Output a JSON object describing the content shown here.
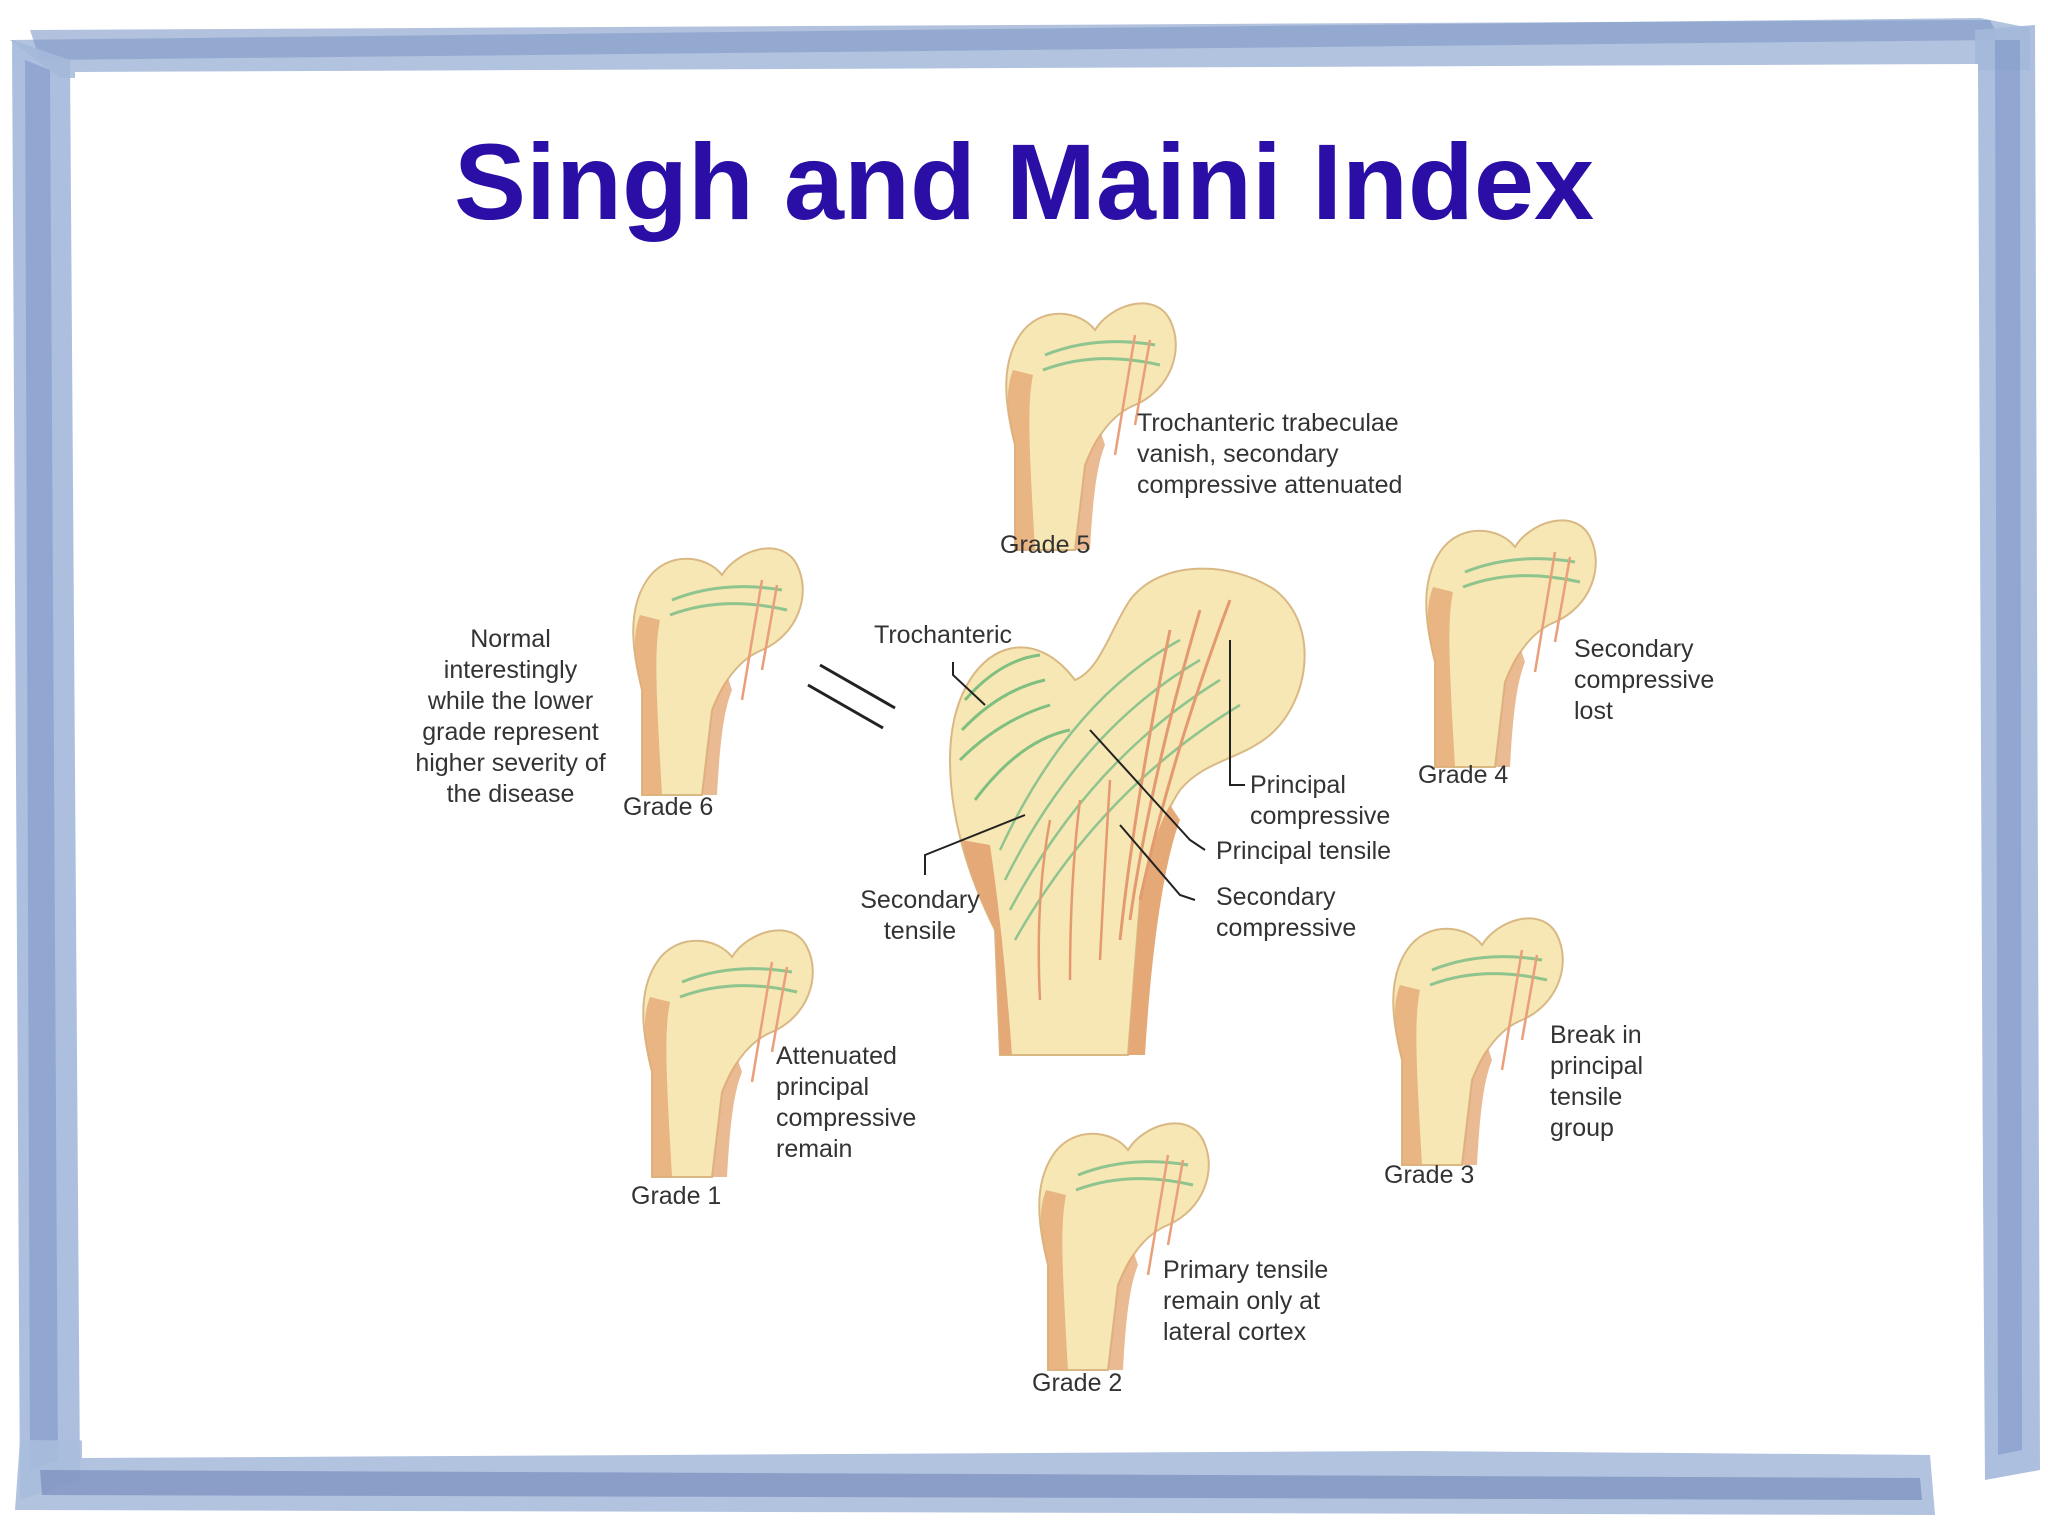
{
  "slide": {
    "title": "Singh and Maini Index",
    "colors": {
      "title": "#2a0ea5",
      "frame": "#9bb0d3",
      "frame_dark": "#6f86b8",
      "bone_fill": "#f6e7b4",
      "cortex": "#e0a774",
      "tensile_trabeculae": "#7fbf7f",
      "compressive_trabeculae": "#e49a70"
    }
  },
  "diagram": {
    "center": {
      "labels": {
        "trochanteric": "Trochanteric",
        "principal_compressive": [
          "Principal",
          "compressive"
        ],
        "principal_tensile": "Principal tensile",
        "secondary_compressive": [
          "Secondary",
          "compressive"
        ],
        "secondary_tensile": [
          "Secondary",
          "tensile"
        ]
      }
    },
    "grades": [
      {
        "grade": "Grade 6",
        "description": [
          "Normal",
          "interestingly",
          "while the lower",
          "grade represent",
          "higher severity of",
          "the disease"
        ]
      },
      {
        "grade": "Grade 5",
        "description": [
          "Trochanteric trabeculae",
          "vanish, secondary",
          "compressive attenuated"
        ]
      },
      {
        "grade": "Grade 4",
        "description": [
          "Secondary",
          "compressive",
          "lost"
        ]
      },
      {
        "grade": "Grade 3",
        "description": [
          "Break in",
          "principal",
          "tensile",
          "group"
        ]
      },
      {
        "grade": "Grade 2",
        "description": [
          "Primary tensile",
          "remain only at",
          "lateral cortex"
        ]
      },
      {
        "grade": "Grade 1",
        "description": [
          "Attenuated",
          "principal",
          "compressive",
          "remain"
        ]
      }
    ]
  }
}
